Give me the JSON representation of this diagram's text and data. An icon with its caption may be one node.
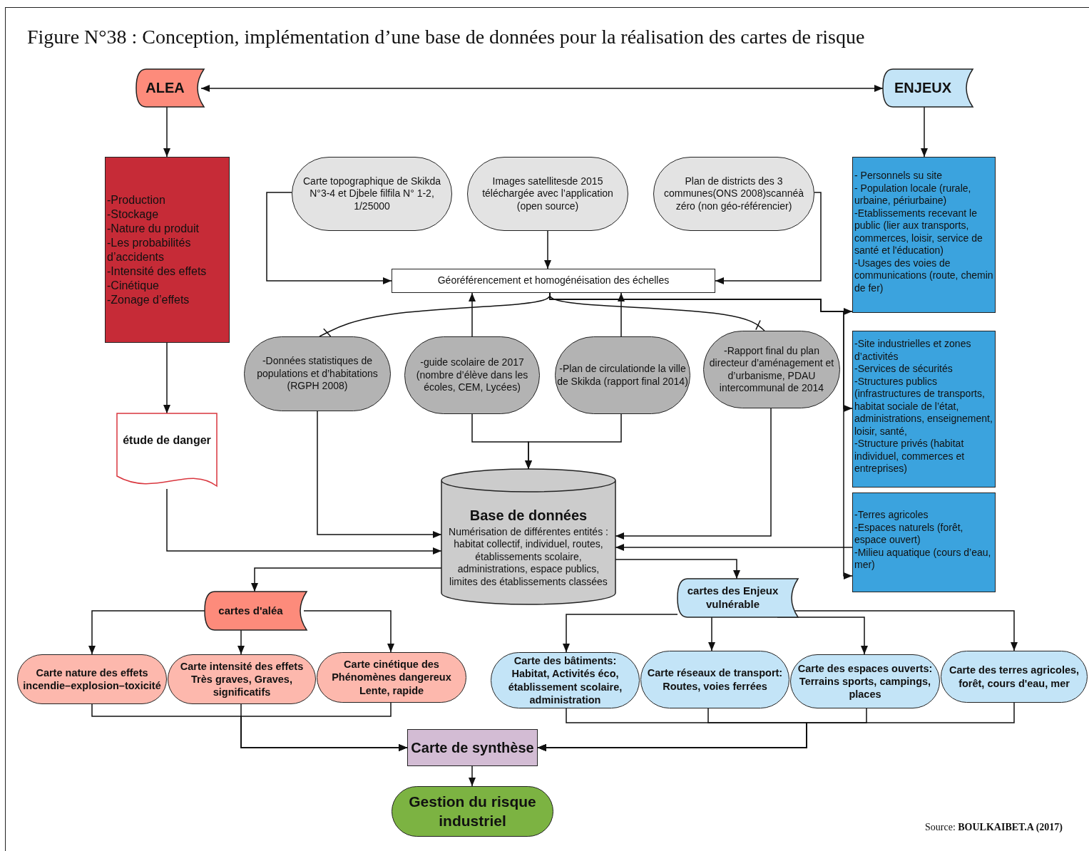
{
  "diagram": {
    "title": "Figure N°38 : Conception, implémentation d’une base de données pour la réalisation des cartes de risque",
    "nodes": [
      {
        "text": [
          "ALEA"
        ]
      },
      {
        "text": [
          "ENJEUX"
        ]
      },
      {
        "text": [
          "-Production",
          "-Stockage",
          "-Nature du produit",
          "-Les probabilités d’accidents",
          "-Intensité des effets",
          "-Cinétique",
          "-Zonage d’effets"
        ]
      },
      {
        "text": [
          "étude de danger"
        ]
      },
      {
        "text": [
          "Carte topographique de Skikda N°3-4 et Djbele filfila N° 1-2, 1/25000"
        ]
      },
      {
        "text": [
          "Images satellitesde 2015 téléchargée avec l’application (open source)"
        ]
      },
      {
        "text": [
          "Plan de districts des 3 communes(ONS 2008)scannéà zéro (non géo-référencier)"
        ]
      },
      {
        "text": [
          "Géoréférencement et homogénéisation des échelles"
        ]
      },
      {
        "text": [
          "-Données statistiques de populations et d’habitations (RGPH 2008)"
        ]
      },
      {
        "text": [
          "-guide scolaire de 2017 (nombre d’élève dans les écoles, CEM, Lycées)"
        ]
      },
      {
        "text": [
          "-Plan de circulationde la ville de Skikda (rapport final 2014)"
        ]
      },
      {
        "text": [
          "-Rapport final du plan directeur d’aménagement et d’urbanisme, PDAU intercommunal de 2014"
        ]
      },
      {
        "text": [
          "Base de données",
          "Numérisation de différentes entités : habitat collectif, individuel, routes, établissements scolaire, administrations, espace publics, limites des établissements classées"
        ]
      },
      {
        "text": [
          "- Personnels su site",
          "- Population locale (rurale, urbaine, périurbaine)",
          "-Etablissements recevant le public (lier aux transports, commerces, loisir, service de santé et l'éducation)",
          "-Usages des voies de communications (route, chemin de fer)"
        ]
      },
      {
        "text": [
          "-Site industrielles et zones d’activités",
          "-Services de sécurités",
          "-Structures publics (infrastructures de transports, habitat sociale de l’état, administrations, enseignement, loisir, santé,",
          "-Structure privés (habitat individuel, commerces et entreprises)"
        ]
      },
      {
        "text": [
          "-Terres agricoles",
          "-Espaces naturels (forêt, espace ouvert)",
          "-Milieu aquatique (cours d’eau, mer)"
        ]
      },
      {
        "text": [
          "cartes d'aléa"
        ]
      },
      {
        "text": [
          "cartes des Enjeux vulnérable"
        ]
      },
      {
        "text": [
          "Carte nature des effets incendie–explosion–toxicité"
        ]
      },
      {
        "text": [
          "Carte intensité des effets",
          "Très graves, Graves, significatifs"
        ]
      },
      {
        "text": [
          "Carte cinétique des Phénomènes dangereux",
          "Lente, rapide"
        ]
      },
      {
        "text": [
          "Carte des bâtiments:",
          "Habitat, Activités éco, établissement scolaire, administration"
        ]
      },
      {
        "text": [
          "Carte réseaux de transport:",
          "Routes, voies ferrées"
        ]
      },
      {
        "text": [
          "Carte des espaces ouverts:",
          "Terrains sports, campings, places"
        ]
      },
      {
        "text": [
          "Carte des terres agricoles, forêt, cours d'eau, mer"
        ]
      },
      {
        "text": [
          "Carte de synthèse"
        ]
      },
      {
        "text": [
          "Gestion du risque industriel"
        ]
      }
    ],
    "edges": [
      {
        "from": 0,
        "to": 1,
        "arrow": "both"
      },
      {
        "from": 0,
        "to": 2,
        "arrow": "to"
      },
      {
        "from": 1,
        "to": 13,
        "arrow": "to"
      },
      {
        "from": 2,
        "to": 3,
        "arrow": "to"
      },
      {
        "from": 3,
        "to": 12,
        "arrow": "to"
      },
      {
        "from": 4,
        "to": 7,
        "arrow": "to"
      },
      {
        "from": 5,
        "to": 7,
        "arrow": "to"
      },
      {
        "from": 6,
        "to": 7,
        "arrow": "to"
      },
      {
        "from": 7,
        "to": 13,
        "arrow": "to"
      },
      {
        "from": 7,
        "to": 14,
        "arrow": "to"
      },
      {
        "from": 7,
        "to": 15,
        "arrow": "to"
      },
      {
        "from": 7,
        "to": 8,
        "arrow": "other"
      },
      {
        "from": 7,
        "to": 11,
        "arrow": "other"
      },
      {
        "from": 9,
        "to": 7,
        "arrow": "to"
      },
      {
        "from": 10,
        "to": 7,
        "arrow": "to"
      },
      {
        "from": 8,
        "to": 12,
        "arrow": "to"
      },
      {
        "from": 9,
        "to": 12,
        "arrow": "to"
      },
      {
        "from": 10,
        "to": 12,
        "arrow": "to"
      },
      {
        "from": 11,
        "to": 12,
        "arrow": "to"
      },
      {
        "from": 15,
        "to": 12,
        "arrow": "to"
      },
      {
        "from": 12,
        "to": 16,
        "arrow": "to"
      },
      {
        "from": 12,
        "to": 17,
        "arrow": "to"
      },
      {
        "from": 16,
        "to": 18,
        "arrow": "to"
      },
      {
        "from": 16,
        "to": 19,
        "arrow": "to"
      },
      {
        "from": 16,
        "to": 20,
        "arrow": "to"
      },
      {
        "from": 17,
        "to": 21,
        "arrow": "to"
      },
      {
        "from": 17,
        "to": 22,
        "arrow": "to"
      },
      {
        "from": 17,
        "to": 23,
        "arrow": "to"
      },
      {
        "from": 17,
        "to": 24,
        "arrow": "to"
      },
      {
        "from": 18,
        "to": 25,
        "arrow": "to"
      },
      {
        "from": 19,
        "to": 25,
        "arrow": "to"
      },
      {
        "from": 20,
        "to": 25,
        "arrow": "to"
      },
      {
        "from": 21,
        "to": 25,
        "arrow": "to"
      },
      {
        "from": 22,
        "to": 25,
        "arrow": "to"
      },
      {
        "from": 23,
        "to": 25,
        "arrow": "to"
      },
      {
        "from": 24,
        "to": 25,
        "arrow": "to"
      },
      {
        "from": 25,
        "to": 26,
        "arrow": "to"
      }
    ],
    "labels": [
      "Source: **BOULKAIBET.A (2017)**"
    ]
  }
}
